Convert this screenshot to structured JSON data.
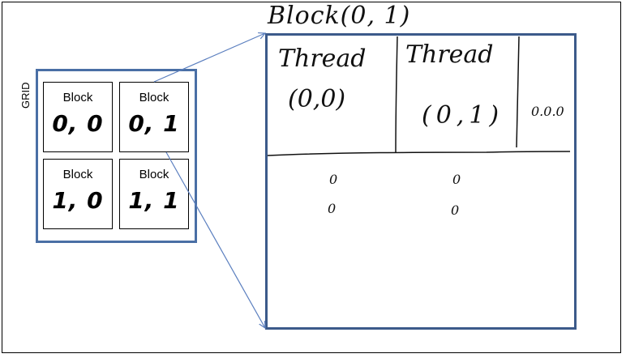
{
  "grid": {
    "label": "GRID",
    "blocks": [
      {
        "label": "Block",
        "index": "0, 0"
      },
      {
        "label": "Block",
        "index": "0, 1"
      },
      {
        "label": "Block",
        "index": "1, 0"
      },
      {
        "label": "Block",
        "index": "1, 1"
      }
    ]
  },
  "zoom": {
    "title": "Block(0, 1)",
    "threads": [
      {
        "label": "Thread",
        "index": "(0,0)"
      },
      {
        "label": "Thread",
        "index": "(0,1)"
      }
    ],
    "ellipsis_h": "0.0.0",
    "ellipsis_v": [
      "0",
      "0"
    ]
  },
  "colors": {
    "grid_border": "#4a6fa5",
    "block_border": "#3c5a8a",
    "arrow": "#5b7fbf"
  }
}
